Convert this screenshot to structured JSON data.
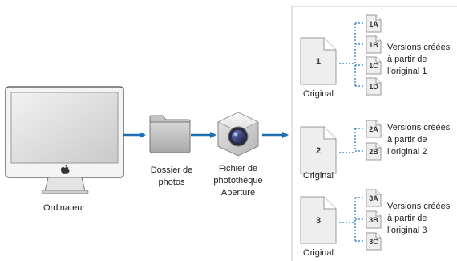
{
  "computer": {
    "label": "Ordinateur"
  },
  "folder": {
    "label_line1": "Dossier de",
    "label_line2": "photos"
  },
  "library": {
    "label_line1": "Fichier de",
    "label_line2": "photothèque",
    "label_line3": "Aperture"
  },
  "groups": [
    {
      "number": "1",
      "original_label": "Original",
      "versions": [
        "1A",
        "1B",
        "1C",
        "1D"
      ],
      "text_line1": "Versions créées",
      "text_line2": "à partir de",
      "text_line3": "l’original 1"
    },
    {
      "number": "2",
      "original_label": "Original",
      "versions": [
        "2A",
        "2B"
      ],
      "text_line1": "Versions créées",
      "text_line2": "à partir de",
      "text_line3": "l’original 2"
    },
    {
      "number": "3",
      "original_label": "Original",
      "versions": [
        "3A",
        "3B",
        "3C"
      ],
      "text_line1": "Versions créées",
      "text_line2": "à partir de",
      "text_line3": "l’original 3"
    }
  ],
  "colors": {
    "arrow": "#1f6fb5",
    "connector": "#2b7bbf",
    "panel_border": "#c8c8c8",
    "doc_fill": "#eeeeee"
  },
  "icons": {
    "computer": "imac-icon",
    "folder": "folder-icon",
    "library": "aperture-library-icon",
    "apple": "apple-logo-icon"
  }
}
